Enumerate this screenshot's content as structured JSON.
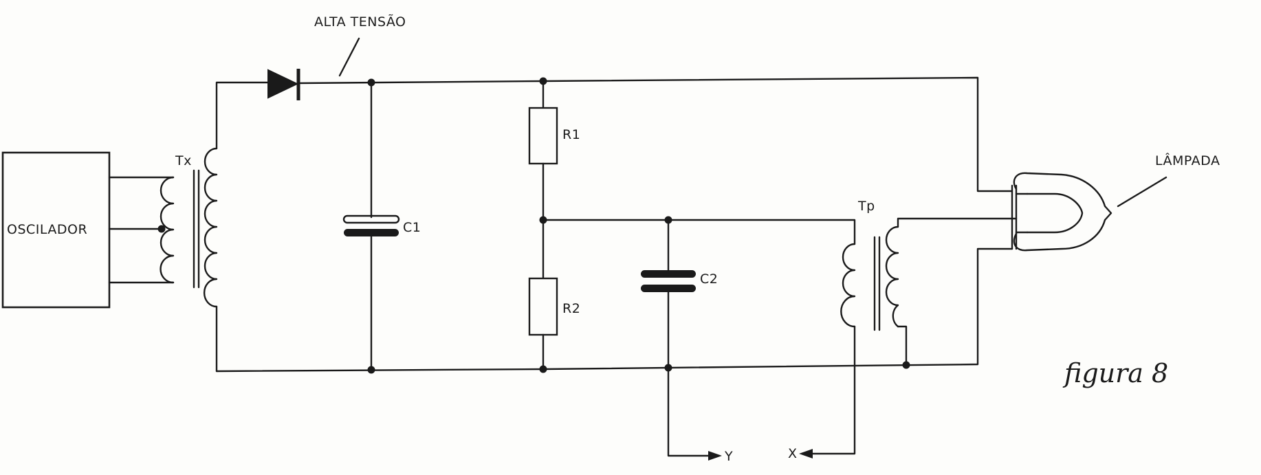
{
  "labels": {
    "alta_tensao": "ALTA TENSÃO",
    "oscilador": "OSCILADOR",
    "tx": "Tx",
    "c1": "C1",
    "r1": "R1",
    "r2": "R2",
    "c2": "C2",
    "tp": "Tp",
    "lampada": "LÂMPADA",
    "y": "Y",
    "x": "X",
    "figura": "figura 8"
  }
}
